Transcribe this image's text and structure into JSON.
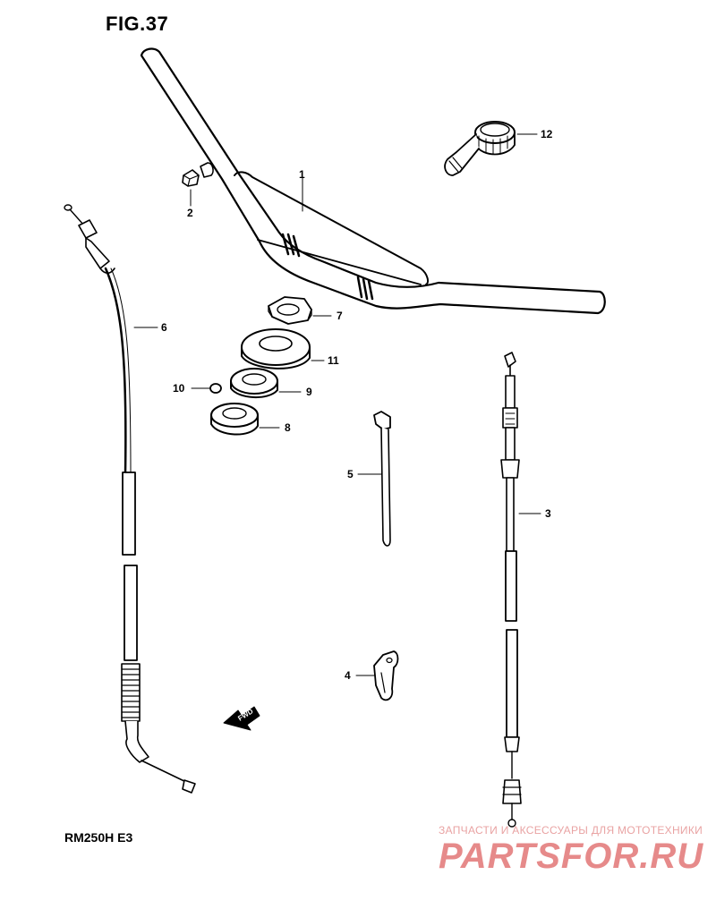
{
  "figure": {
    "title": "FIG.37",
    "model": "RM250H  E3"
  },
  "callouts": [
    {
      "id": "1",
      "label": "1"
    },
    {
      "id": "2",
      "label": "2"
    },
    {
      "id": "3",
      "label": "3"
    },
    {
      "id": "4",
      "label": "4"
    },
    {
      "id": "5",
      "label": "5"
    },
    {
      "id": "6",
      "label": "6"
    },
    {
      "id": "7",
      "label": "7"
    },
    {
      "id": "8",
      "label": "8"
    },
    {
      "id": "9",
      "label": "9"
    },
    {
      "id": "10",
      "label": "10"
    },
    {
      "id": "11",
      "label": "11"
    },
    {
      "id": "12",
      "label": "12"
    }
  ],
  "fwd_label": "FWD",
  "watermark": {
    "tagline": "ЗАПЧАСТИ И АКСЕССУАРЫ ДЛЯ МОТОТЕХНИКИ",
    "logo": "PARTSFOR.RU",
    "color": "#e68a8a"
  }
}
